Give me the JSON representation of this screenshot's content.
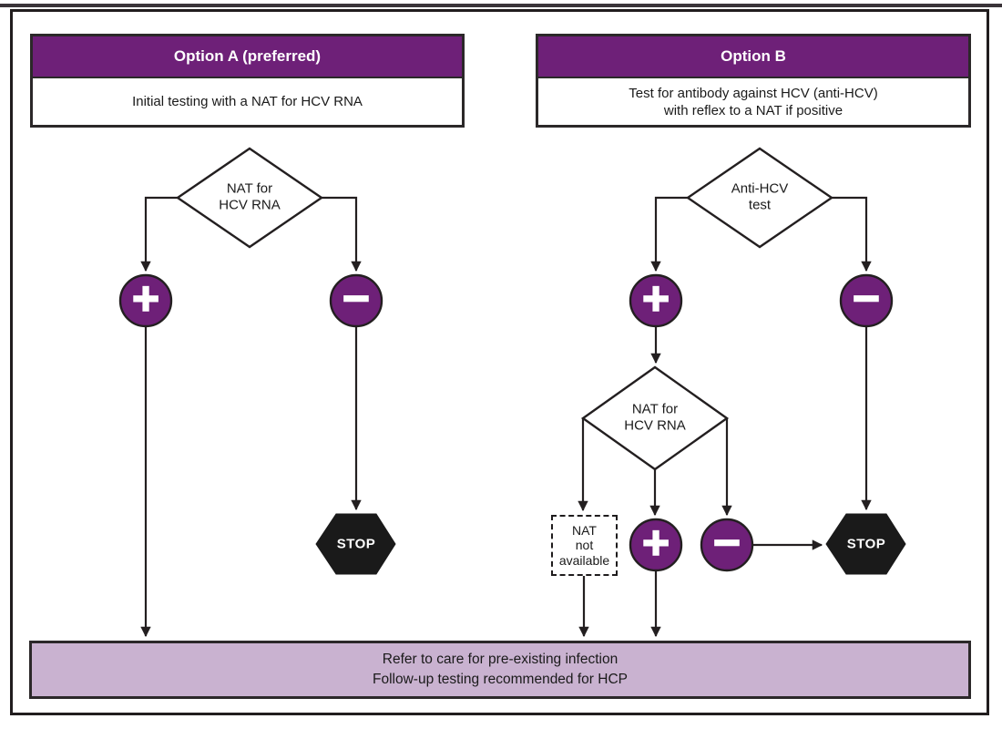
{
  "colors": {
    "purple": "#6e2078",
    "light_purple": "#c9b2d0",
    "ink": "#231f20",
    "stop_black": "#1a1a1a"
  },
  "symbols": {
    "plus": "+",
    "minus": "−",
    "stop": "STOP"
  },
  "option_a": {
    "title": "Option A (preferred)",
    "description": "Initial testing with a NAT for HCV RNA",
    "decision": "NAT for\nHCV RNA"
  },
  "option_b": {
    "title": "Option B",
    "description": "Test for antibody against HCV (anti-HCV)\nwith reflex to a NAT if positive",
    "decision1": "Anti-HCV\ntest",
    "decision2": "NAT for\nHCV RNA",
    "nat_not_available": "NAT\nnot\navailable"
  },
  "outcome": {
    "line1": "Refer to care for pre-existing infection",
    "line2": "Follow-up testing recommended for HCP"
  }
}
